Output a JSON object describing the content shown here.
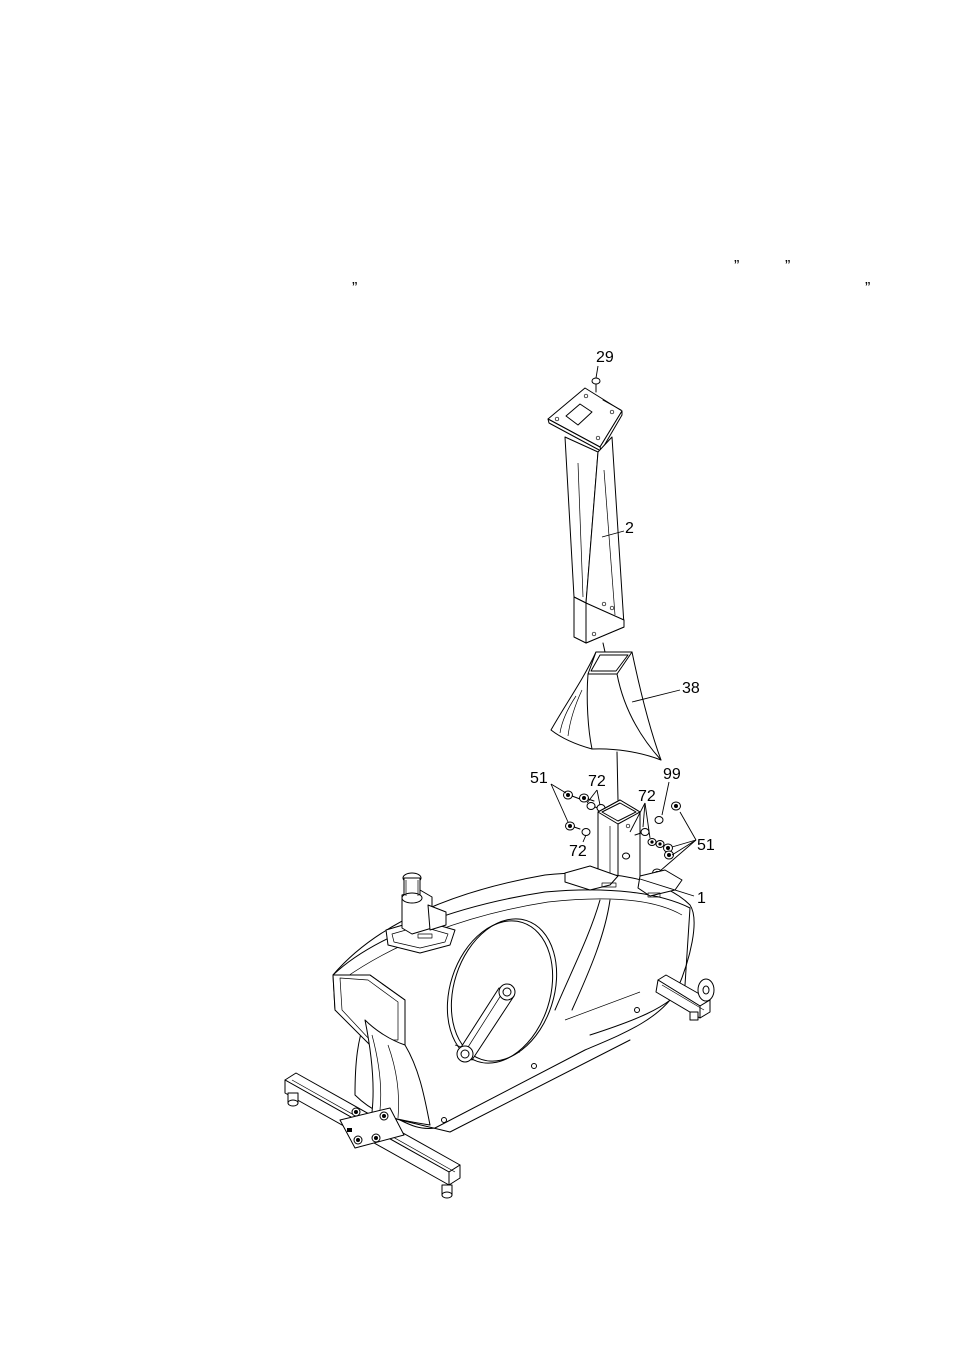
{
  "stray_marks": [
    "”",
    "”",
    "”",
    "”"
  ],
  "labels": {
    "p29": "29",
    "p2": "2",
    "p38": "38",
    "p51a": "51",
    "p72a": "72",
    "p72b": "72",
    "p99": "99",
    "p72c": "72",
    "p51b": "51",
    "p1": "1"
  }
}
